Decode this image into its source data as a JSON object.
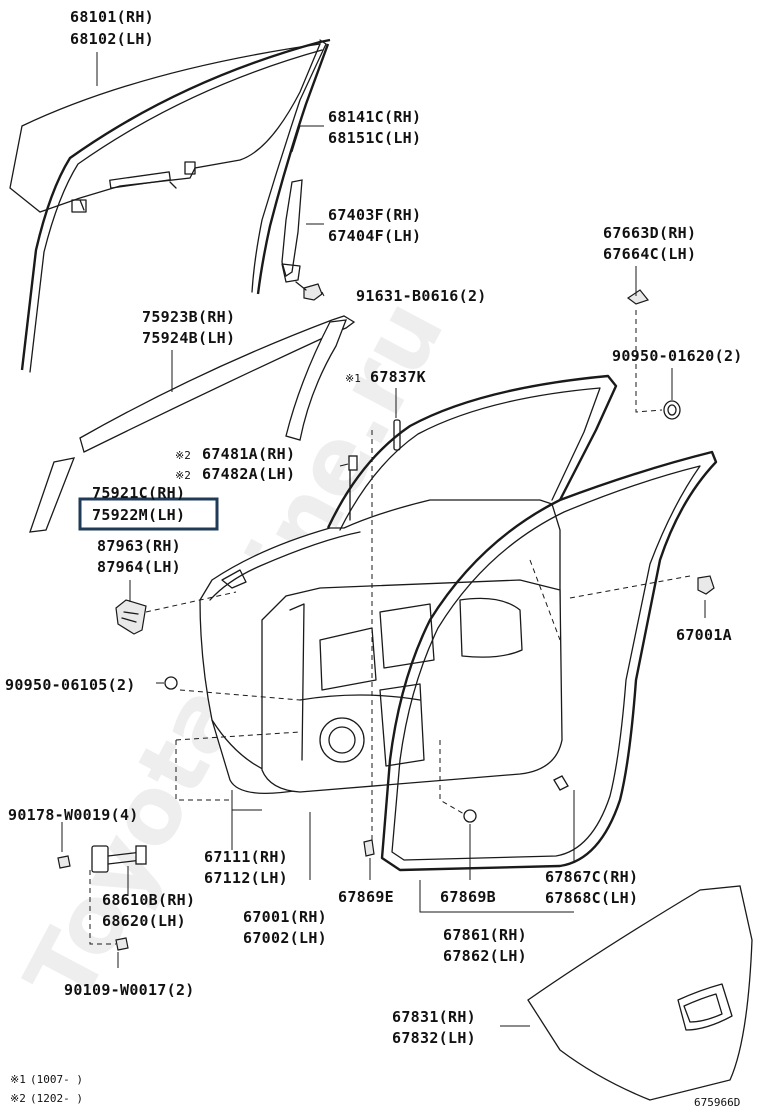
{
  "diagram": {
    "code": "675966D",
    "watermark": "Toyota-Mine.ru",
    "highlighted_part": "75922M(LH)",
    "labels": {
      "glass_rh": "68101(RH)",
      "glass_lh": "68102(LH)",
      "run_rh": "68141C(RH)",
      "run_lh": "68151C(LH)",
      "sash_rh": "67403F(RH)",
      "sash_lh": "67404F(LH)",
      "bolt": "91631-B0616(2)",
      "mould_rh": "75923B(RH)",
      "mould_lh": "75924B(LH)",
      "cushion_d_rh": "67663D(RH)",
      "cushion_c_lh": "67664C(LH)",
      "plug_a": "90950-01620(2)",
      "note_k_mark": "※1",
      "part_k": "67837K",
      "note_a_mark1": "※2",
      "part_a_rh": "67481A(RH)",
      "note_a_mark2": "※2",
      "part_a_lh": "67482A(LH)",
      "garn_rh": "75921C(RH)",
      "garn_lh": "75922M(LH)",
      "cover_rh": "87963(RH)",
      "cover_lh": "87964(LH)",
      "clip_67001a": "67001A",
      "plug_b": "90950-06105(2)",
      "screw_a": "90178-W0019(4)",
      "panel_rh": "67111(RH)",
      "panel_lh": "67112(LH)",
      "check_rh": "68610B(RH)",
      "check_lh": "68620(LH)",
      "door_rh": "67001(RH)",
      "door_lh": "67002(LH)",
      "clip_e": "67869E",
      "clip_b": "67869B",
      "clip_c_rh": "67867C(RH)",
      "clip_c_lh": "67868C(LH)",
      "wstrip_rh": "67861(RH)",
      "wstrip_lh": "67862(LH)",
      "screw_b": "90109-W0017(2)",
      "hole_cover_rh": "67831(RH)",
      "hole_cover_lh": "67832(LH)"
    },
    "footnotes": [
      {
        "mark": "※1",
        "range": "(1007-      )"
      },
      {
        "mark": "※2",
        "range": "(1202-      )"
      }
    ]
  }
}
